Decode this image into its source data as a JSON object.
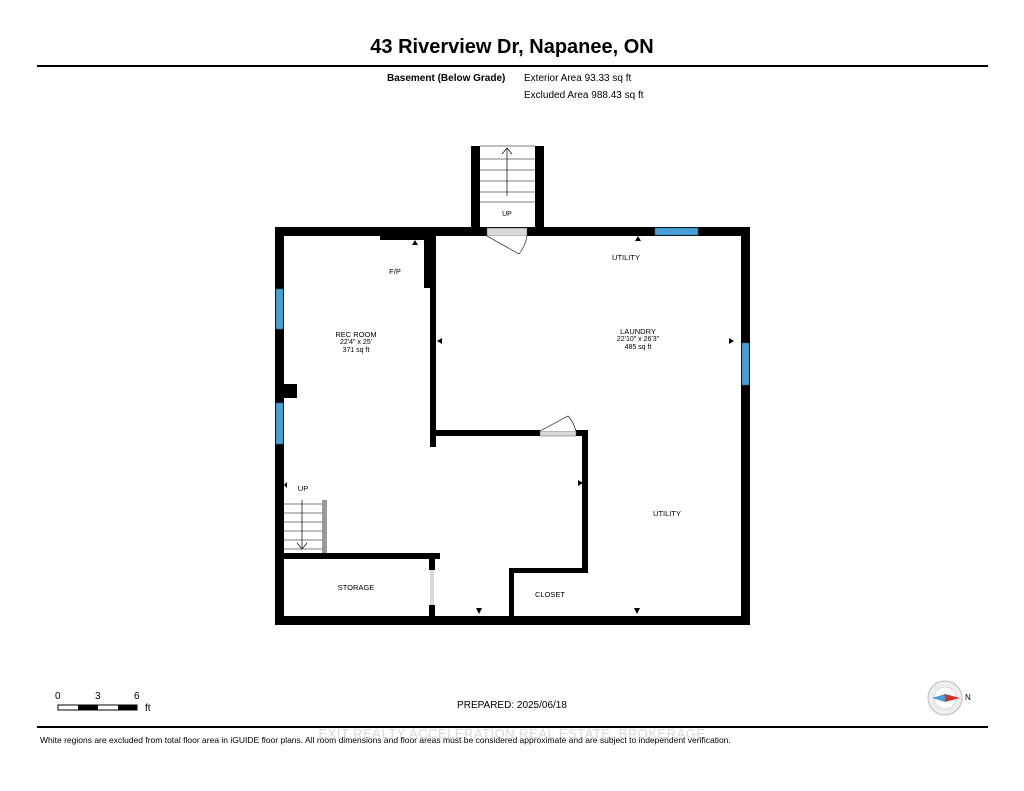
{
  "title": "43 Riverview Dr, Napanee, ON",
  "floor": {
    "label": "Basement (Below Grade)",
    "exterior_area": "Exterior Area 93.33 sq ft",
    "excluded_area": "Excluded Area 988.43 sq ft"
  },
  "rooms": {
    "rec_room": {
      "name": "REC ROOM",
      "dims": "22'4\" x 25'",
      "area": "371 sq ft"
    },
    "laundry": {
      "name": "LAUNDRY",
      "dims": "22'10\" x 26'3\"",
      "area": "485 sq ft"
    },
    "utility_top": "UTILITY",
    "utility_right": "UTILITY",
    "storage": "STORAGE",
    "closet": "CLOSET",
    "fp": "F/P",
    "stair_top": "UP",
    "stair_left": "UP"
  },
  "scale": {
    "ticks": [
      "0",
      "3",
      "6"
    ],
    "unit": "ft"
  },
  "compass": {
    "label": "N"
  },
  "prepared": "PREPARED: 2025/06/18",
  "watermark": "EXIT REALTY ACCELERATION REAL ESTATE, BROKERAGE",
  "disclaimer": "White regions are excluded from total floor area in iGUIDE floor plans. All room dimensions and floor areas must be considered approximate and are subject to independent verification.",
  "colors": {
    "wall": "#000000",
    "window": "#4a9fd4",
    "door": "#d9d9d9",
    "stair_rail": "#999999"
  }
}
